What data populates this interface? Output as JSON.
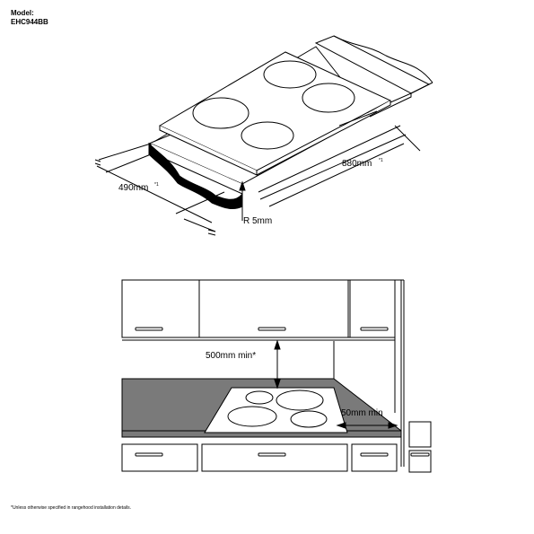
{
  "header": {
    "model_label": "Model:",
    "model_code": "EHC944BB"
  },
  "top_diagram": {
    "width_label": "880mm",
    "width_sup": "*1",
    "depth_label": "490mm",
    "depth_sup": "*1",
    "radius_label": "R 5mm"
  },
  "bottom_diagram": {
    "rangehood_label": "500mm min*",
    "side_label": "50mm min"
  },
  "footnote": "*Unless otherwise specified in rangehood installation details."
}
